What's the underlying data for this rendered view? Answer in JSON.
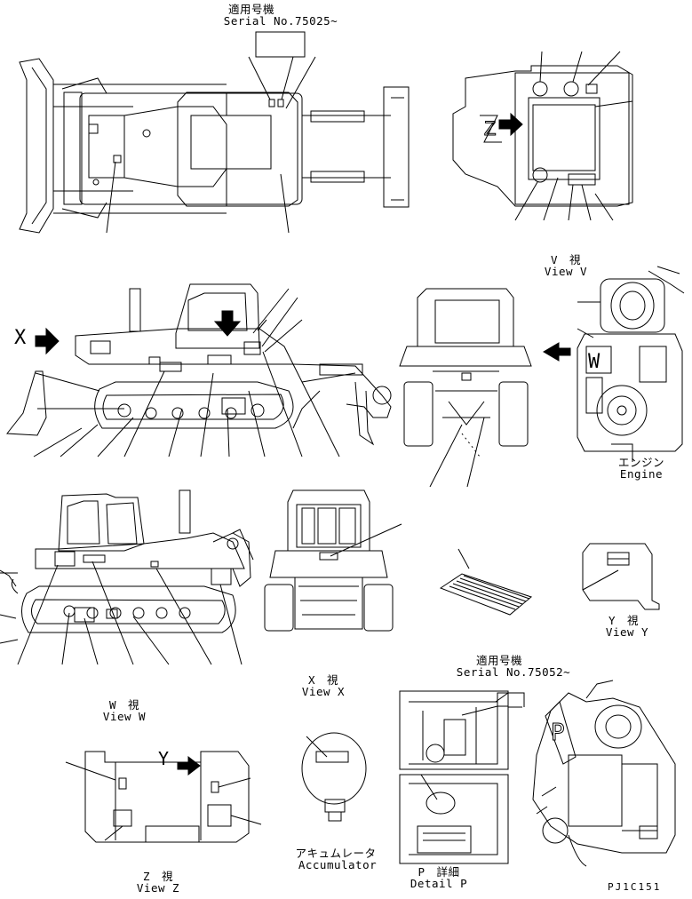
{
  "serial_top": {
    "jp": "適用号機",
    "en": "Serial No.75025~"
  },
  "serial_bottom": {
    "jp": "適用号機",
    "en": "Serial No.75052~"
  },
  "view_v": {
    "jp": "V　視",
    "en": "View V"
  },
  "view_w": {
    "jp": "W　視",
    "en": "View W"
  },
  "view_x": {
    "jp": "X　視",
    "en": "View X"
  },
  "view_y": {
    "jp": "Y　視",
    "en": "View Y"
  },
  "view_z": {
    "jp": "Z　視",
    "en": "View Z"
  },
  "engine": {
    "jp": "エンジン",
    "en": "Engine"
  },
  "accumulator": {
    "jp": "アキュムレータ",
    "en": "Accumulator"
  },
  "detail_p": {
    "jp": "P　詳細",
    "en": "Detail P"
  },
  "arrow_letters": {
    "x": "X",
    "w": "W",
    "y": "Y",
    "z": "Z",
    "p": "P"
  },
  "drawing_code": "PJ1C151",
  "colors": {
    "ink": "#000000",
    "paper": "#ffffff"
  }
}
